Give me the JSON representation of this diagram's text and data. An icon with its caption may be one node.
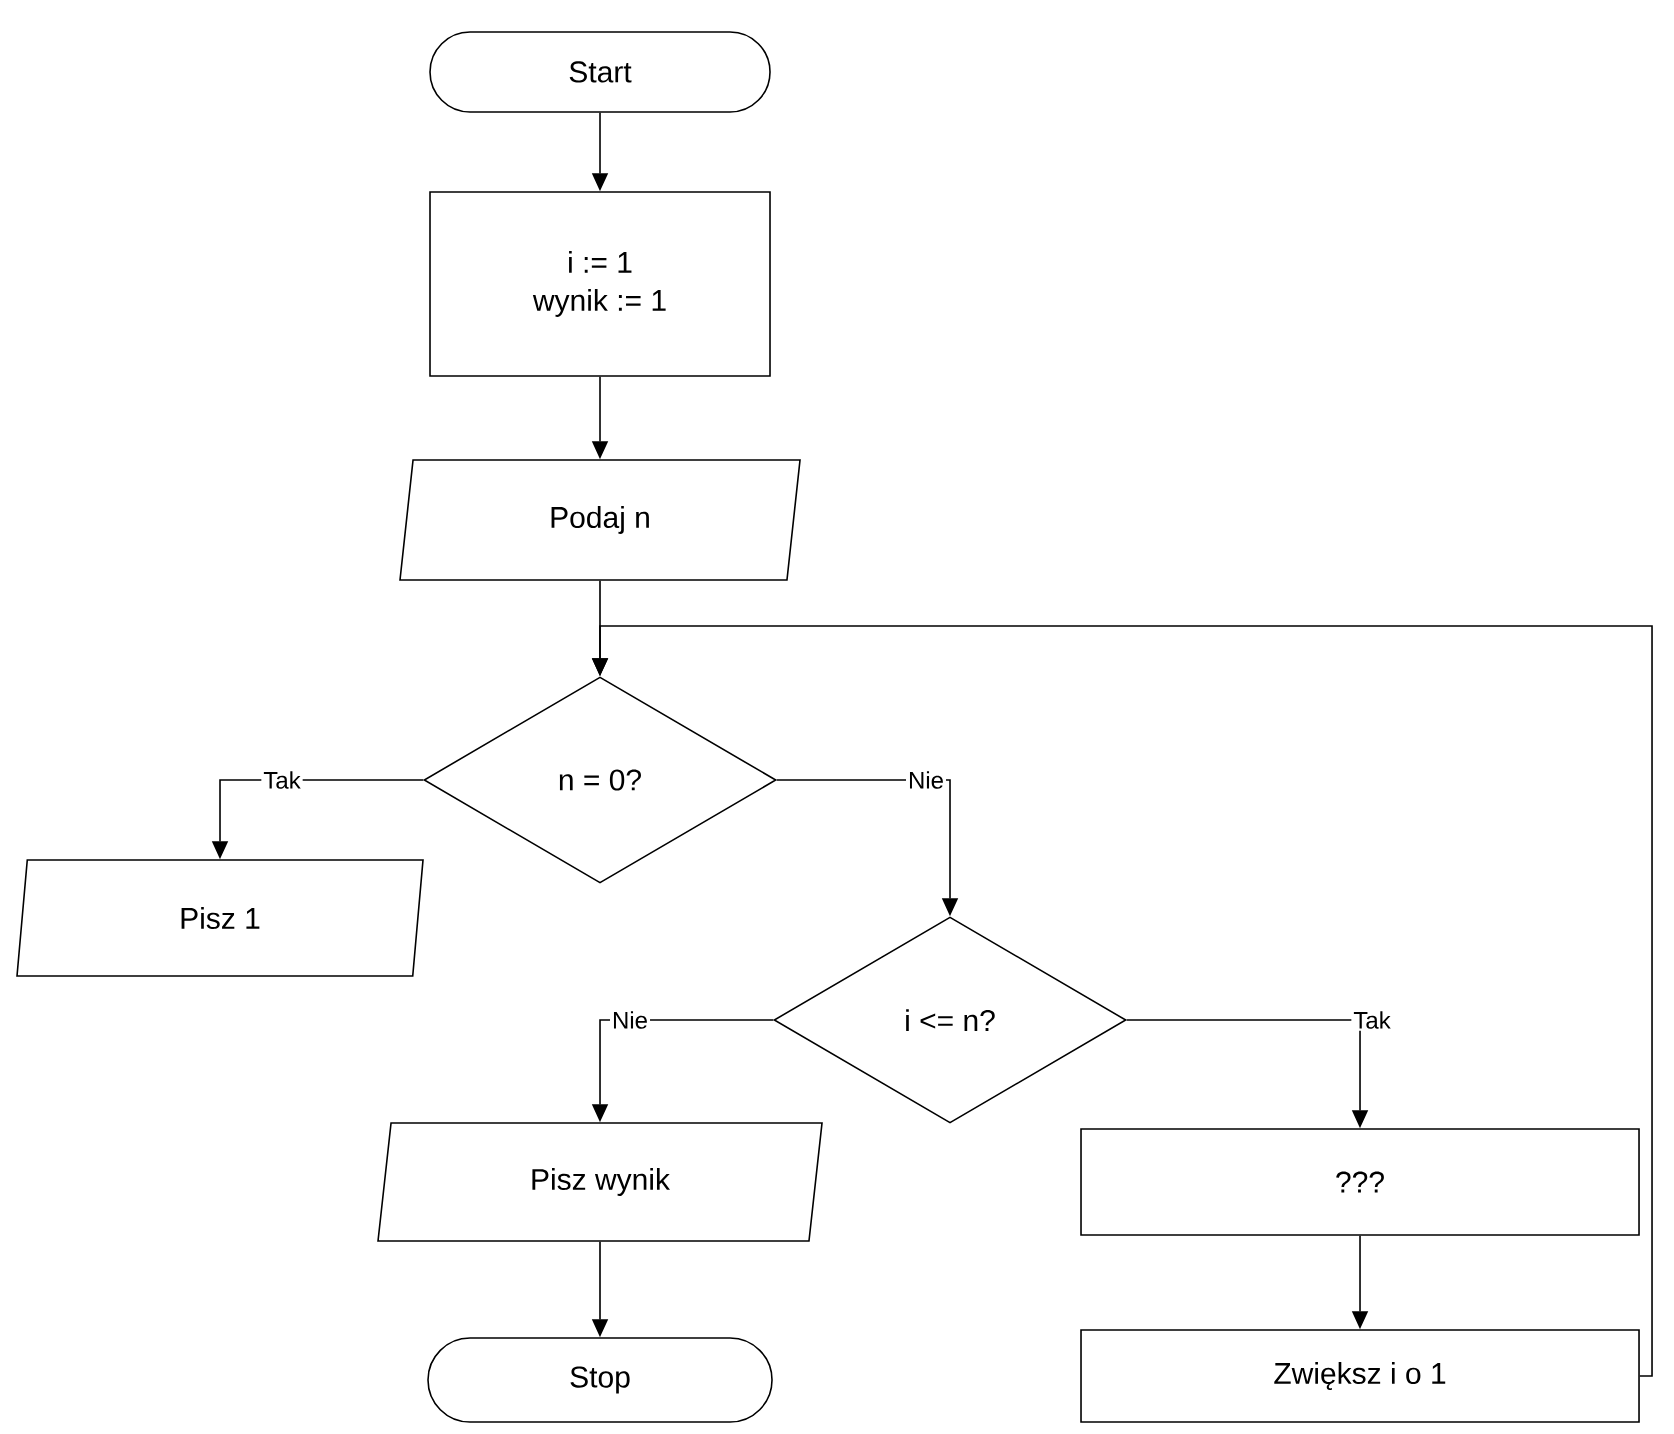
{
  "diagram": {
    "nodes": [
      {
        "text": [
          "Start"
        ]
      },
      {
        "text": [
          "i := 1",
          "wynik := 1"
        ]
      },
      {
        "text": [
          "Podaj n"
        ]
      },
      {
        "text": [
          "n = 0?"
        ]
      },
      {
        "text": [
          "Pisz 1"
        ]
      },
      {
        "text": [
          "i <= n?"
        ]
      },
      {
        "text": [
          "Pisz wynik"
        ]
      },
      {
        "text": [
          "Stop"
        ]
      },
      {
        "text": [
          "???"
        ]
      },
      {
        "text": [
          "Zwiększ i o 1"
        ]
      }
    ],
    "edges": [
      {
        "from": 0,
        "to": 1,
        "arrow": "to"
      },
      {
        "from": 1,
        "to": 2,
        "arrow": "to"
      },
      {
        "from": 2,
        "to": 3,
        "arrow": "to"
      },
      {
        "from": 3,
        "to": 4,
        "arrow": "to",
        "label": "Tak"
      },
      {
        "from": 3,
        "to": 5,
        "arrow": "to",
        "label": "Nie"
      },
      {
        "from": 5,
        "to": 6,
        "arrow": "to",
        "label": "Nie"
      },
      {
        "from": 5,
        "to": 8,
        "arrow": "to",
        "label": "Tak"
      },
      {
        "from": 6,
        "to": 7,
        "arrow": "to"
      },
      {
        "from": 8,
        "to": 9,
        "arrow": "to"
      },
      {
        "from": 9,
        "to": 3,
        "arrow": "to"
      }
    ]
  }
}
